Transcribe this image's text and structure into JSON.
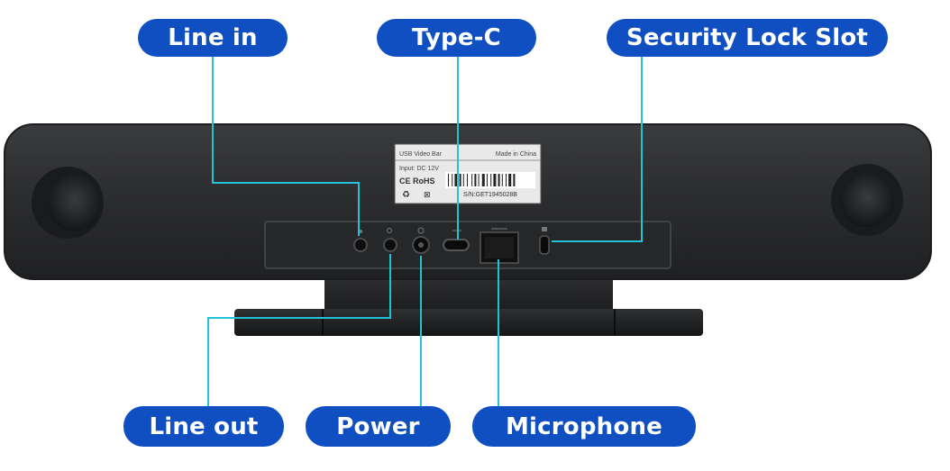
{
  "callouts": {
    "line_in": "Line in",
    "type_c": "Type-C",
    "security_lock_slot": "Security Lock Slot",
    "line_out": "Line out",
    "power": "Power",
    "microphone": "Microphone"
  },
  "device_label": {
    "product": "USB Video Bar",
    "origin": "Made in China",
    "input": "Input: DC 12V",
    "certs": "CE RoHS",
    "serial": "S/N:GET1945028B"
  },
  "colors": {
    "pill": "#0f4fc2",
    "leader_line": "#22c3d6",
    "device_body": "#2e2f31"
  }
}
